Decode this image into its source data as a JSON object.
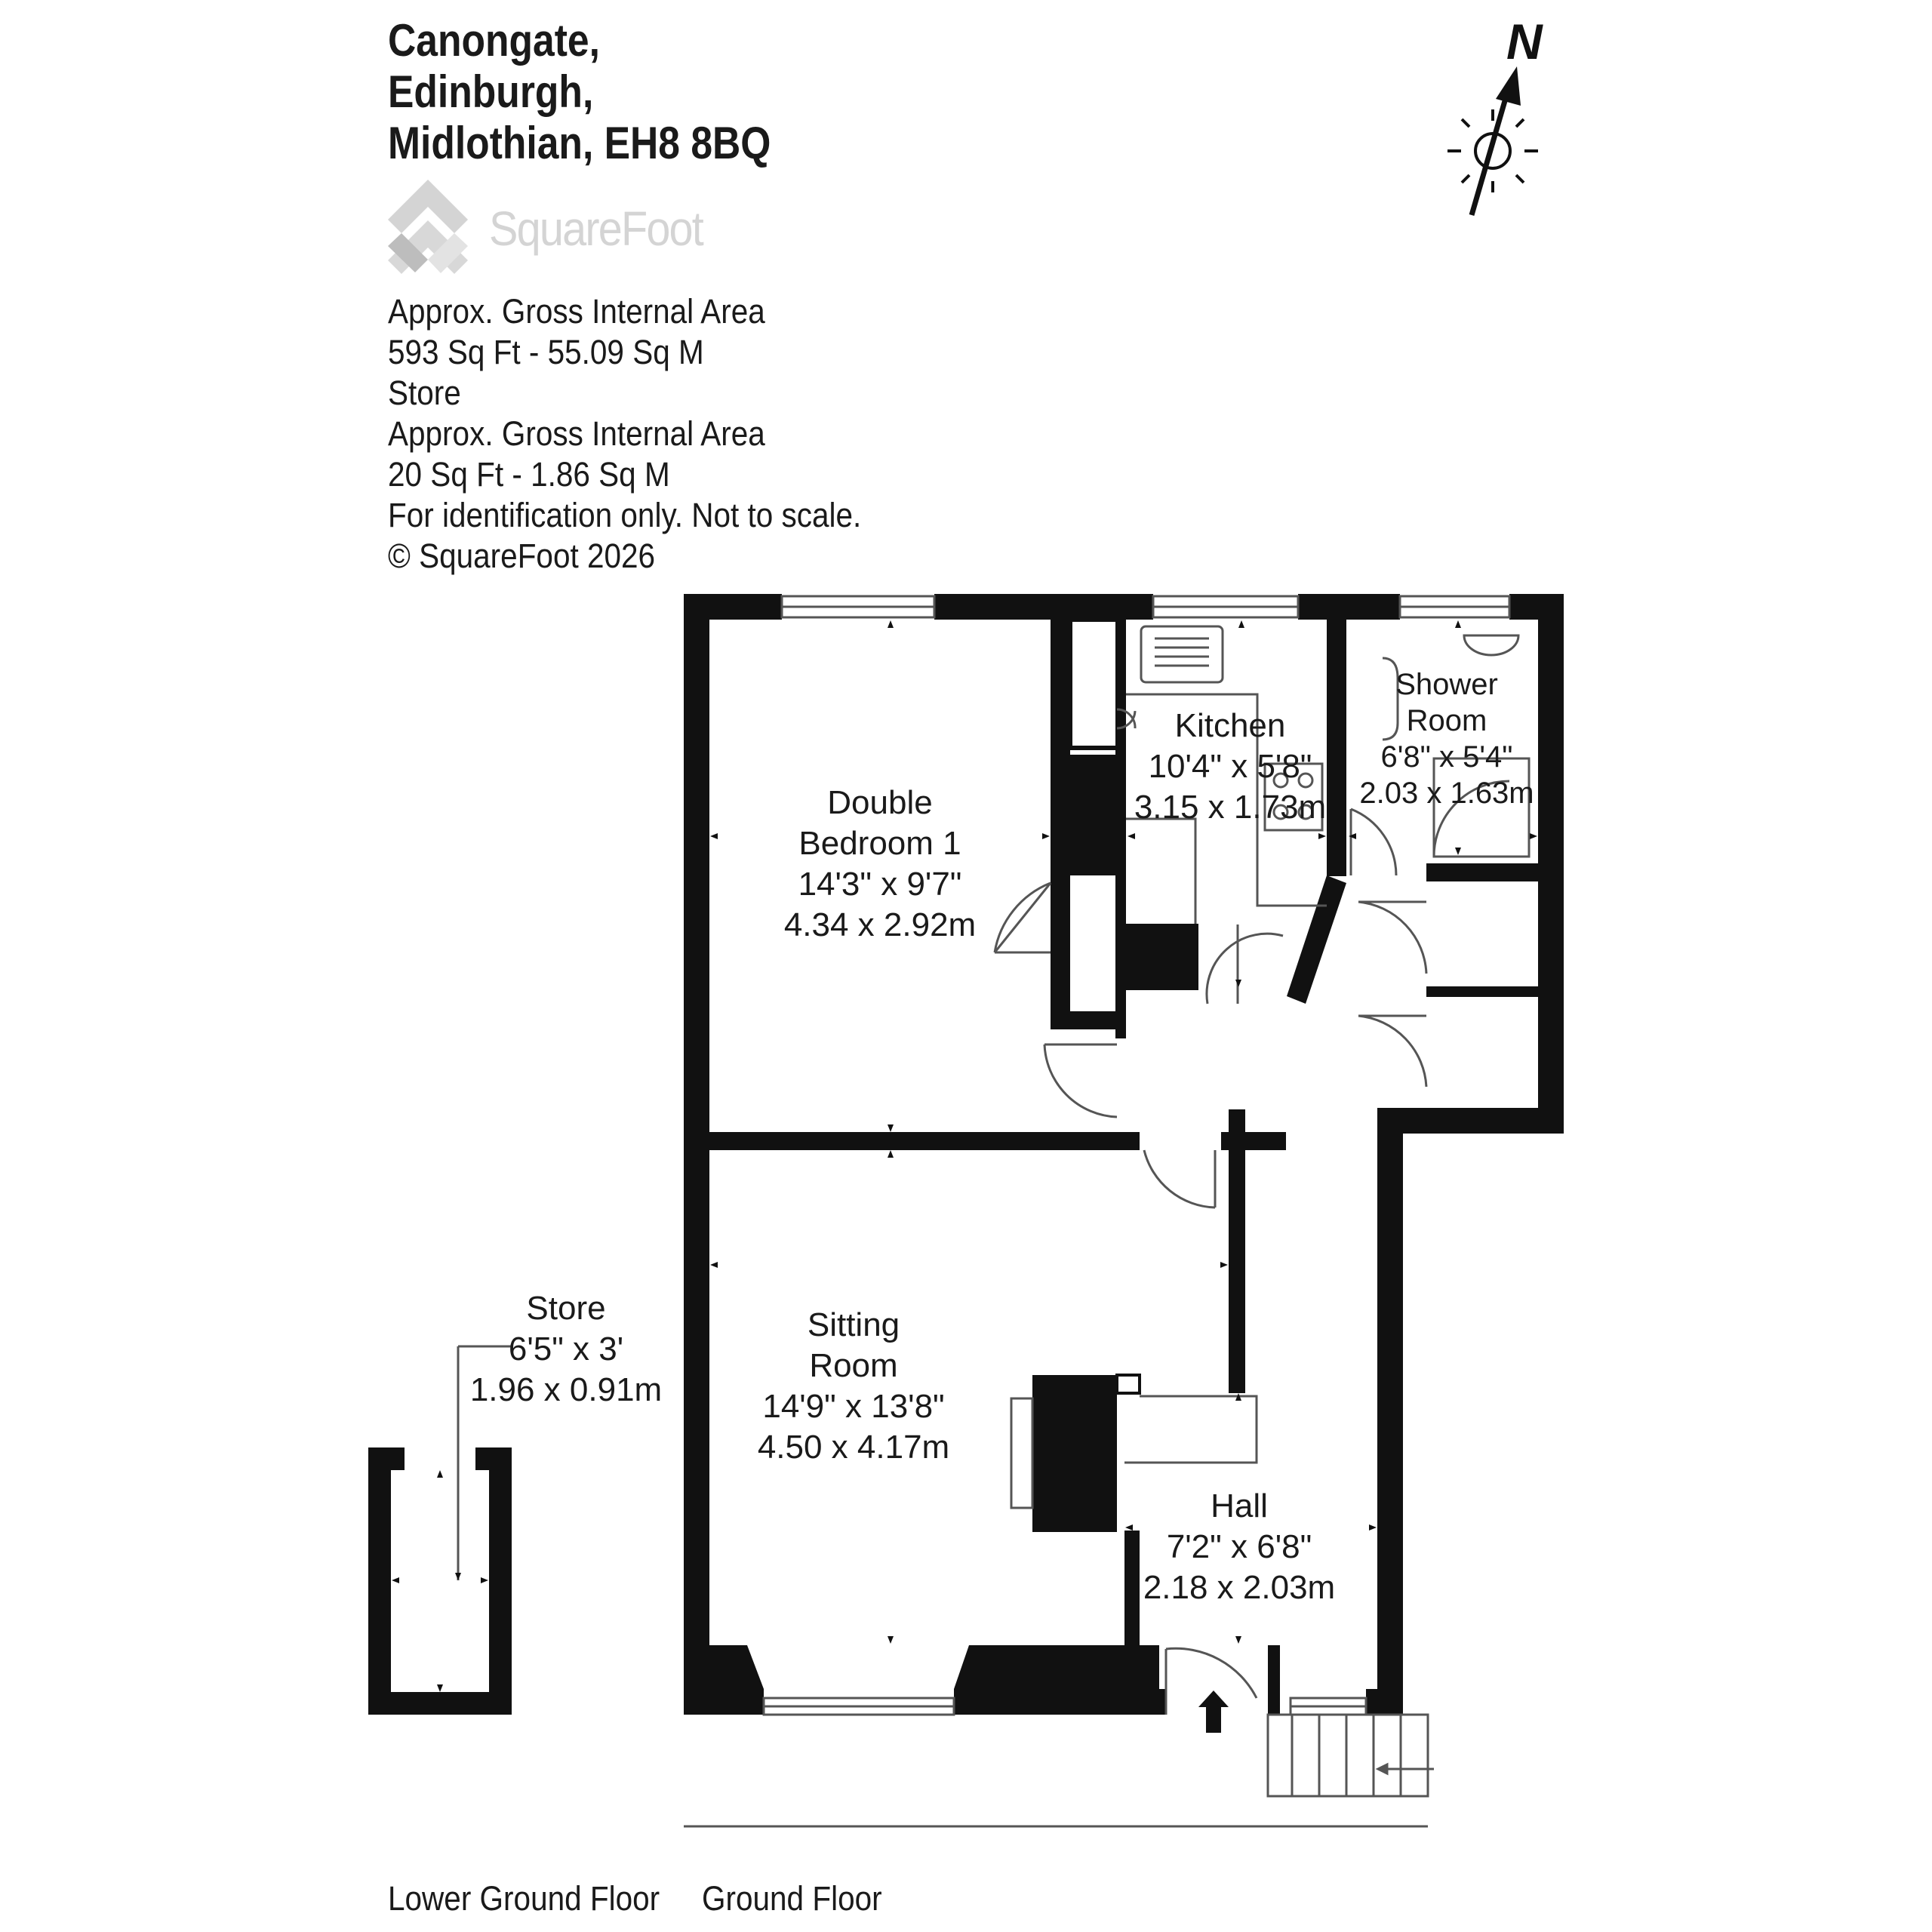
{
  "address": {
    "line1": "Canongate,",
    "line2": "Edinburgh,",
    "line3": "Midlothian, EH8 8BQ"
  },
  "brand": {
    "name": "SquareFoot",
    "color": "#d4d4d4"
  },
  "area_info": {
    "line1": "Approx. Gross Internal Area",
    "line2": "593 Sq Ft  -  55.09 Sq M",
    "line3": "Store",
    "line4": "Approx. Gross Internal Area",
    "line5": "20 Sq Ft  -  1.86 Sq M",
    "line6": "For identification only. Not to scale.",
    "line7": "© SquareFoot 2026"
  },
  "compass": {
    "label": "N",
    "icon": "sun-icon"
  },
  "rooms": {
    "bedroom": {
      "name1": "Double",
      "name2": "Bedroom 1",
      "imperial": "14'3\" x 9'7\"",
      "metric": "4.34 x 2.92m"
    },
    "kitchen": {
      "name": "Kitchen",
      "imperial": "10'4\" x 5'8\"",
      "metric": "3.15 x 1.73m"
    },
    "shower": {
      "name1": "Shower",
      "name2": "Room",
      "imperial": "6'8\" x 5'4\"",
      "metric": "2.03 x 1.63m"
    },
    "sitting": {
      "name1": "Sitting",
      "name2": "Room",
      "imperial": "14'9\" x 13'8\"",
      "metric": "4.50 x 4.17m"
    },
    "hall": {
      "name": "Hall",
      "imperial": "7'2\" x 6'8\"",
      "metric": "2.18 x 2.03m"
    },
    "store": {
      "name": "Store",
      "imperial": "6'5\" x 3'",
      "metric": "1.96 x 0.91m"
    }
  },
  "floors": {
    "lower": "Lower Ground Floor",
    "ground": "Ground Floor"
  },
  "colors": {
    "wall": "#111111",
    "line": "#555555"
  }
}
